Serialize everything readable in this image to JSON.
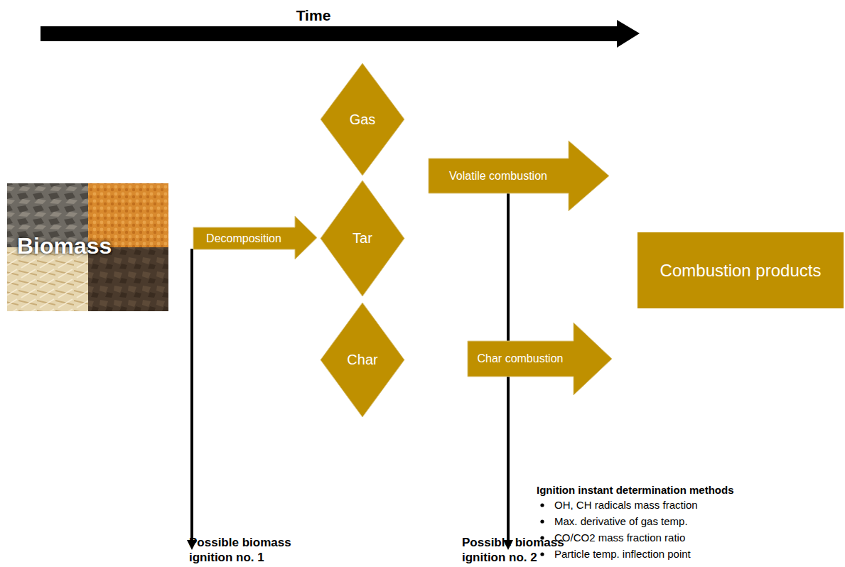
{
  "diagram": {
    "nodes": [
      {
        "text": [
          "Biomass"
        ]
      },
      {
        "text": [
          "Decomposition"
        ]
      },
      {
        "text": [
          "Gas"
        ]
      },
      {
        "text": [
          "Tar"
        ]
      },
      {
        "text": [
          "Char"
        ]
      },
      {
        "text": [
          "Volatile combustion"
        ]
      },
      {
        "text": [
          "Char combustion"
        ]
      },
      {
        "text": [
          "Combustion products"
        ]
      }
    ],
    "labels": [
      "Time",
      "Possible biomass ignition no. 1",
      "Possible biomass ignition no. 2",
      "Ignition instant determination methods",
      "OH, CH radicals mass fraction",
      "Max. derivative of gas temp.",
      "CO/CO2 mass fraction ratio",
      "Particle temp. inflection point"
    ]
  }
}
